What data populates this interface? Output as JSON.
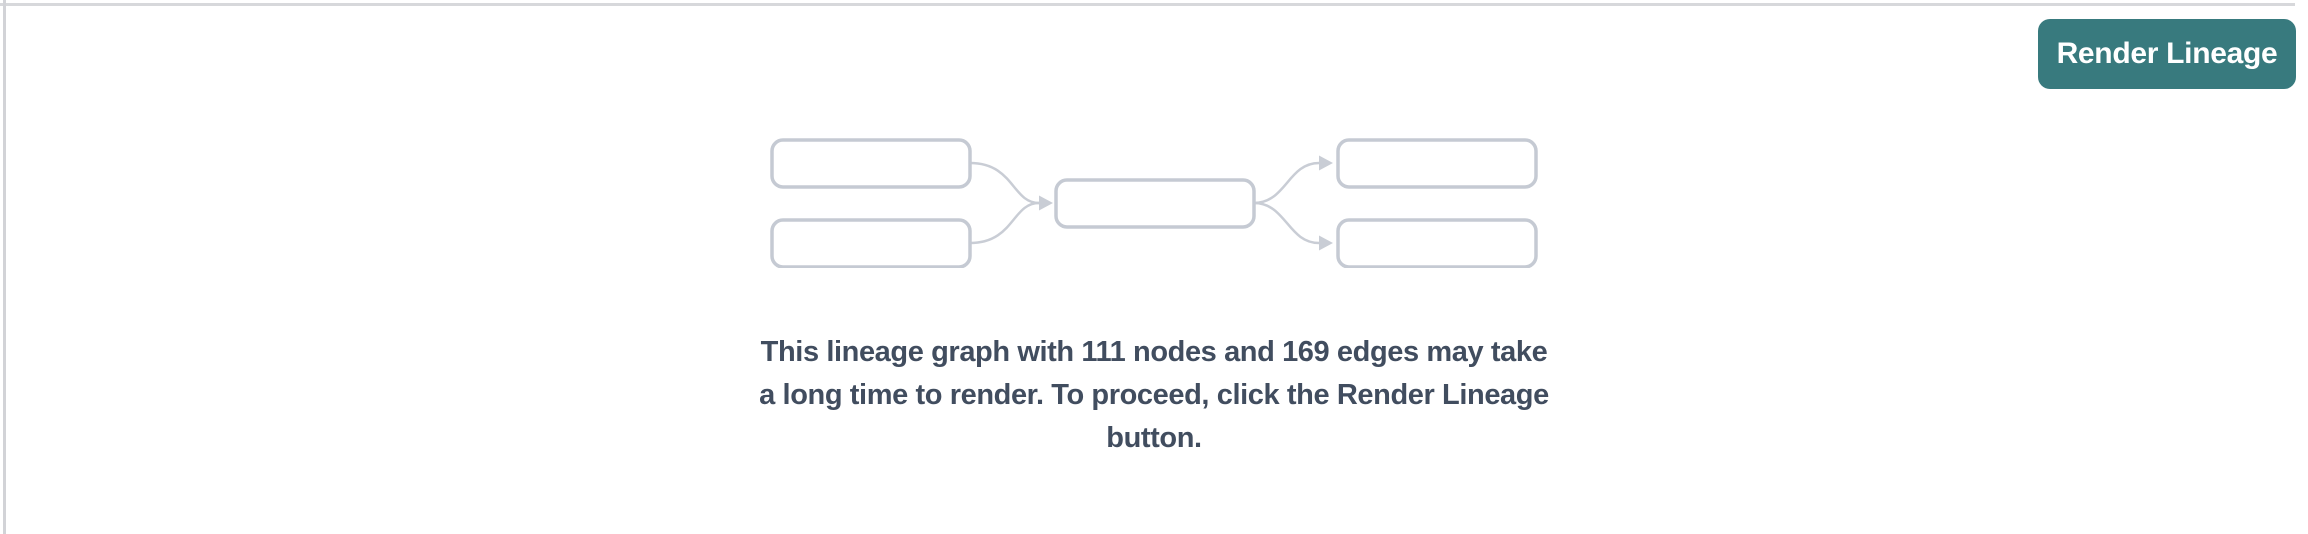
{
  "header": {
    "render_button_label": "Render Lineage"
  },
  "graph": {
    "node_count": "111",
    "edge_count": "169"
  },
  "message": {
    "full_text": "This lineage graph with 111 nodes and 169 edges may take a long time to render. To proceed, click the Render Lineage button.",
    "lines": [
      "This lineage graph with 111 nodes and 169 edges may take",
      "a long time to render. To proceed, click the Render Lineage",
      "button."
    ]
  },
  "illustration": {
    "name": "lineage-graph-placeholder",
    "placeholder_nodes": 5,
    "placeholder_edges": 4
  },
  "colors": {
    "button_bg": "#387a7e",
    "button_text": "#ffffff",
    "message_text": "#414d5f",
    "node_border": "#c5cad3",
    "edge_stroke": "#c9cdd5",
    "panel_border_top": "#d7d8db",
    "panel_border_left": "#d2d3d7"
  }
}
